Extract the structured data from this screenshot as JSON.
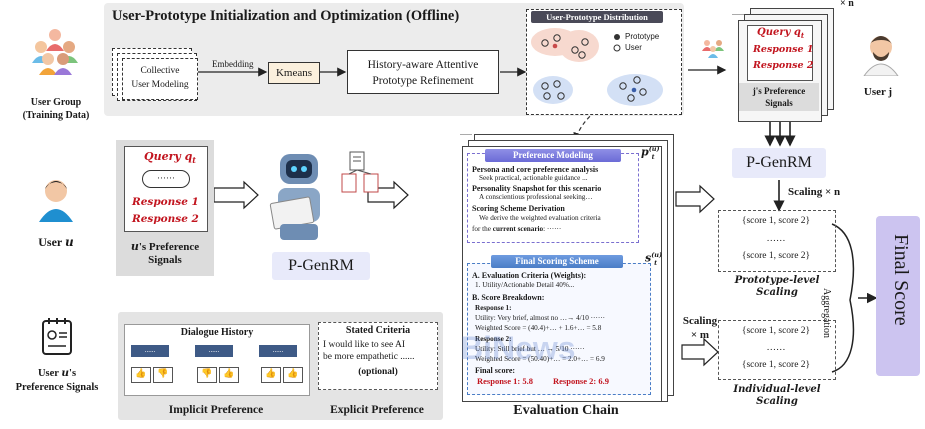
{
  "top_title": "User-Prototype Initialization and Optimization (Offline)",
  "user_group_label": "User Group\n(Training Data)",
  "collective_modeling": "Collective\nUser Modeling",
  "embedding_label": "Embedding",
  "kmeans_label": "Kmeans",
  "history_refinement": "History-aware Attentive\nPrototype Refinement",
  "prototype_distribution": {
    "title": "User-Prototype Distribution",
    "legend_prototype": "Prototype",
    "legend_user": "User"
  },
  "times_n_top": "× n",
  "ellipsis_small": "......",
  "user_j": {
    "query": "Query q",
    "query_sub": "t",
    "response1": "Response 1",
    "response2": "Response 2",
    "signals_label": "j's Preference\nSignals",
    "name": "User j"
  },
  "pgenrm_right": "P-GenRM",
  "scaling_n": "Scaling × n",
  "user_u": {
    "name": "User ",
    "name_var": "u",
    "query": "Query q",
    "query_sub": "t",
    "dots": "······",
    "response1": "Response 1",
    "response2": "Response 2",
    "signals_prefix": "u",
    "signals_label": "'s Preference\nSignals"
  },
  "pgenrm_center": "P-GenRM",
  "evaluation": {
    "p_label": "p",
    "p_sup": "(u)",
    "p_sub": "t",
    "s_label": "s",
    "s_sup": "(u)",
    "s_sub": "t",
    "preference_modeling": "Preference Modeling",
    "persona_head": "Persona and core preference analysis",
    "persona_text": "Seek practical, actionable guidance ...",
    "snapshot_head": "Personality Snapshot for this scenario",
    "snapshot_text": "A conscientious professional seeking…",
    "scoring_head": "Scoring Scheme Derivation",
    "scoring_text1": "We derive the weighted evaluation criteria",
    "scoring_text2a": "for the ",
    "scoring_text2b": "current scenario",
    "scoring_text2c": ": ······",
    "final_scheme": "Final Scoring Scheme",
    "criteria_head": "A. Evaluation Criteria (Weights):",
    "criteria_1": "1. Utility/Actionable Detail 40%...",
    "breakdown_head": "B. Score Breakdown:",
    "resp1_head": "Response 1:",
    "resp1_line1": "Utility: Very brief, almost no …→ 4/10 ······",
    "resp1_line2": "Weighted Score = (40.4)+… + 1.6+… = 5.8",
    "resp2_head": "Response 2:",
    "resp2_line1": "Utility: Still brief but … → 5/10 ······",
    "resp2_line2": "Weighted Score = (50.40)+… = 2.0+… = 6.9",
    "final_score_head": "Final score:",
    "final_r1": "Response 1: 5.8",
    "final_r2": "Response 2: 6.9",
    "caption": "Evaluation Chain"
  },
  "scores": {
    "pair": "{score 1, score 2}",
    "dots": "……",
    "prototype_level": "Prototype-level\nScaling",
    "individual_level": "Individual-level\nScaling",
    "aggregation": "Aggregation"
  },
  "final_score": "Final Score",
  "scaling_m": "Scaling\n× m",
  "bottom": {
    "user_signals": "User ",
    "user_var": "u",
    "user_signals_rest": "'s\nPreference Signals",
    "dialogue_history": "Dialogue History",
    "stated_criteria": "Stated Criteria",
    "stated_text": "I would like to see AI\nbe more empathetic ......",
    "optional": "(optional)",
    "implicit": "Implicit Preference",
    "explicit": "Explicit Preference",
    "bubble_dots": "......"
  },
  "watermark": "BiNews"
}
